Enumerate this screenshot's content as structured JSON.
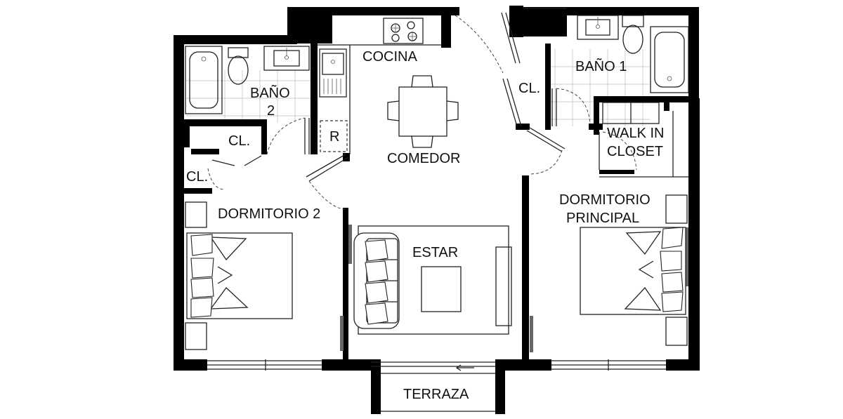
{
  "rooms": {
    "cocina": "COCINA",
    "bano_1": "BAÑO 1",
    "bano_2_line1": "BAÑO",
    "bano_2_line2": "2",
    "closet_a": "CL.",
    "closet_b": "CL.",
    "closet_c": "CL.",
    "refrigerador": "R",
    "comedor": "COMEDOR",
    "walk_in_line1": "WALK IN",
    "walk_in_line2": "CLOSET",
    "dormitorio_2": "DORMITORIO 2",
    "dormitorio_principal_line1": "DORMITORIO",
    "dormitorio_principal_line2": "PRINCIPAL",
    "estar": "ESTAR",
    "terraza": "TERRAZA"
  },
  "colors": {
    "wall": "#000000",
    "line": "#222222",
    "background": "#ffffff"
  }
}
